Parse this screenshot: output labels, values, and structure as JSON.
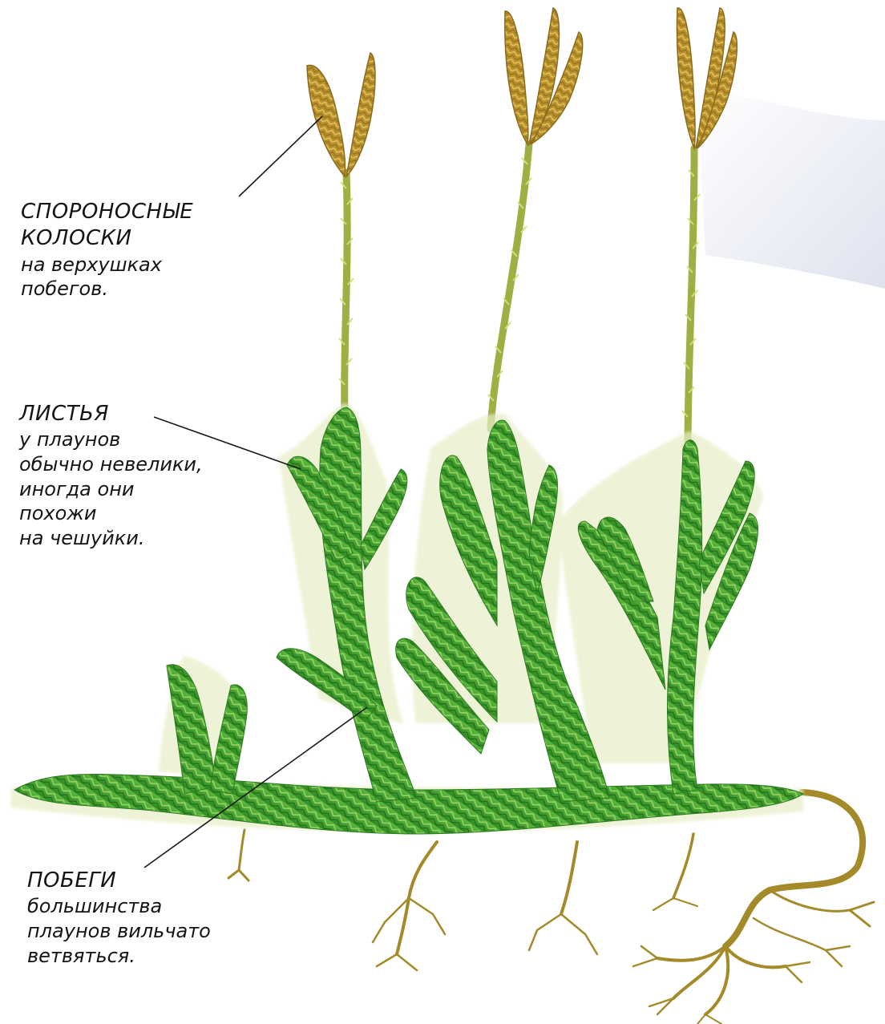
{
  "labels": {
    "spore": {
      "title_lines": [
        "СПОРОНОСНЫЕ",
        "КОЛОСКИ"
      ],
      "desc_lines": [
        "на верхушках",
        "побегов."
      ]
    },
    "leaves": {
      "title_lines": [
        "ЛИСТЬЯ"
      ],
      "desc_lines": [
        "у плаунов",
        "обычно невелики,",
        "иногда они",
        "похожи",
        "на чешуйки."
      ]
    },
    "shoots": {
      "title_lines": [
        "ПОБЕГИ"
      ],
      "desc_lines": [
        "большинства",
        "плаунов вильчато",
        "ветвяться."
      ]
    }
  },
  "colors": {
    "leaf_dark": "#2e8a22",
    "leaf_mid": "#4aa832",
    "leaf_light": "#86c95a",
    "stem": "#9cb044",
    "cone": "#b8922e",
    "cone_light": "#d9b44a",
    "root": "#a58a2a",
    "background_blob": "#e8ebf4",
    "leader_line": "#1a1a1a"
  }
}
